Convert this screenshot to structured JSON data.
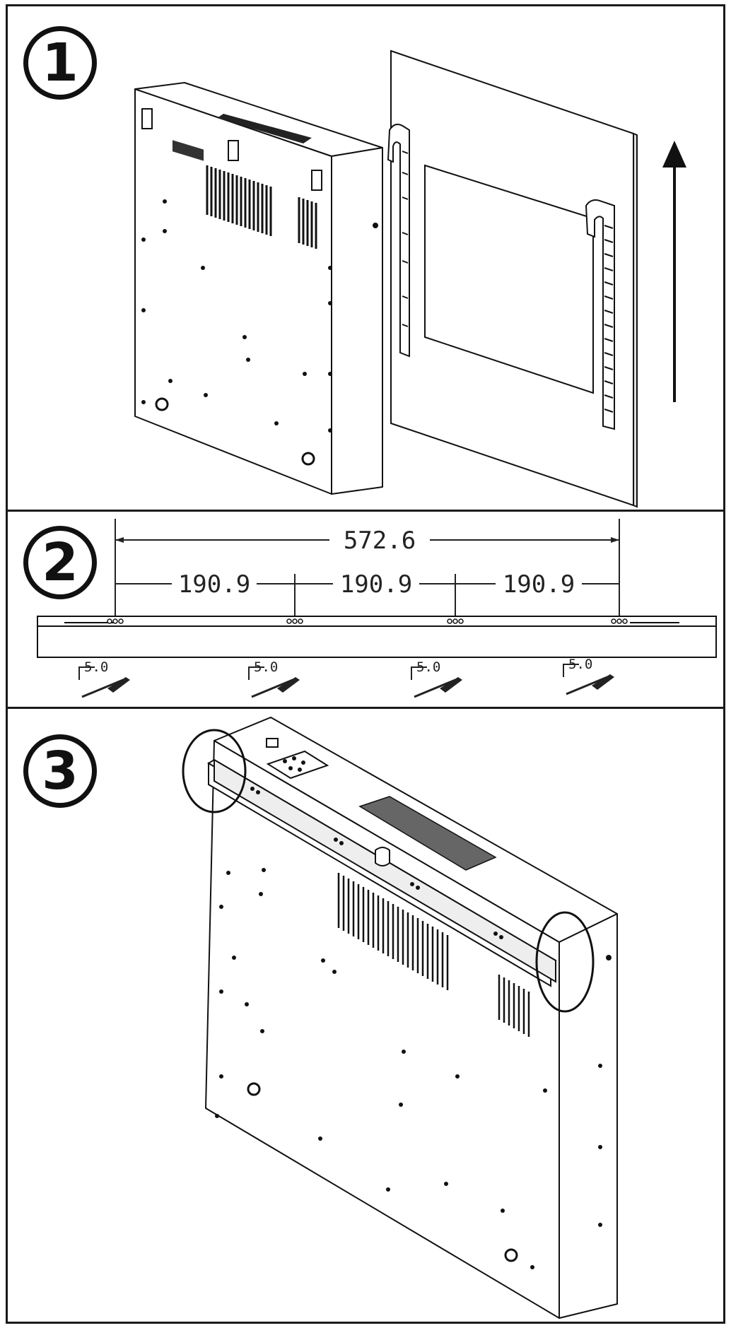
{
  "steps": [
    {
      "number": "1"
    },
    {
      "number": "2"
    },
    {
      "number": "3"
    }
  ],
  "dimensions": {
    "overall": "572.6",
    "spacings": [
      "190.9",
      "190.9",
      "190.9"
    ]
  },
  "screws": [
    {
      "size": "5.0"
    },
    {
      "size": "5.0"
    },
    {
      "size": "5.0"
    },
    {
      "size": "5.0"
    }
  ]
}
